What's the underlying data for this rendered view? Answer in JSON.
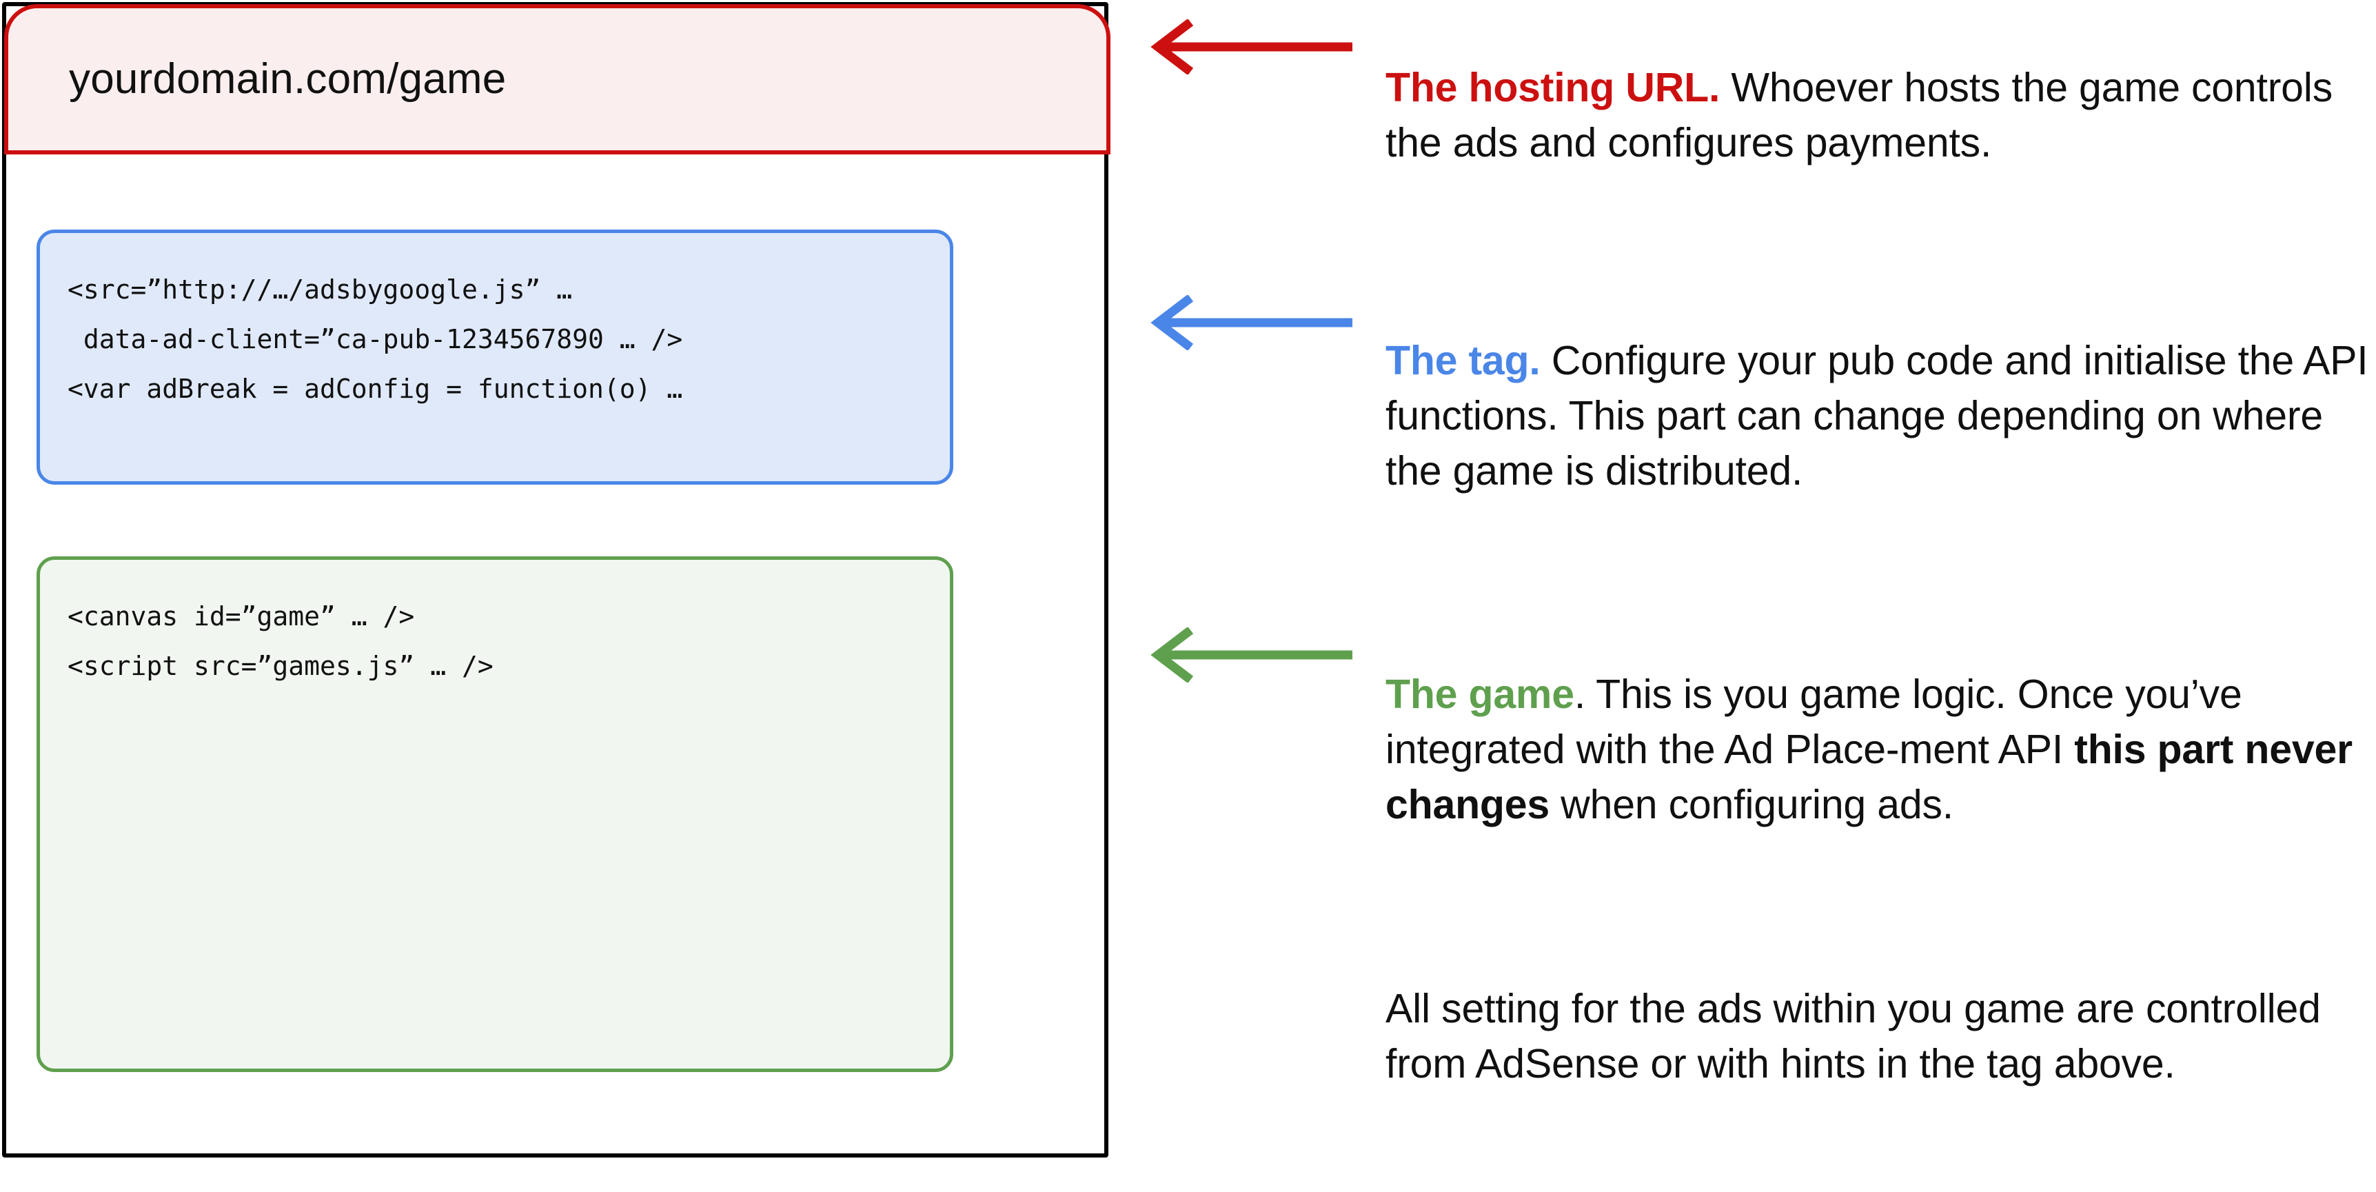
{
  "diagram": {
    "url_bar": {
      "url": "yourdomain.com/game",
      "border_color": "#cc1010",
      "fill_color": "#fbeeee"
    },
    "tag_box": {
      "border_color": "#4a86e8",
      "fill_color": "#dfe9fa",
      "code_lines": [
        "<src=”http://…/adsbygoogle.js” …",
        " data-ad-client=”ca-pub-1234567890 … />",
        "<var adBreak = adConfig = function(o) …"
      ]
    },
    "game_box": {
      "border_color": "#5fa04e",
      "fill_color": "#f1f6f0",
      "code_lines": [
        "<canvas id=”game” … />",
        "<script src=”games.js” … />"
      ]
    },
    "outer_border_color": "#000000"
  },
  "arrows": [
    {
      "name": "arrow-hosting-url",
      "color": "#cc1010",
      "direction": "left"
    },
    {
      "name": "arrow-tag",
      "color": "#4a86e8",
      "direction": "left"
    },
    {
      "name": "arrow-game",
      "color": "#5fa04e",
      "direction": "left"
    }
  ],
  "notes": {
    "hosting": {
      "lead": "The hosting URL.",
      "body": " Whoever hosts the game controls the ads and configures payments."
    },
    "tag": {
      "lead": "The tag.",
      "body": " Configure your pub code and initialise the API functions. This part can change depending on where the game is distributed."
    },
    "game": {
      "lead": "The game",
      "body_1": ". This is you game logic. Once you’ve integrated with the Ad Place-ment API ",
      "bold": "this part never changes",
      "body_2": " when configuring ads."
    },
    "allsettings": {
      "body": "All setting for the ads within you game are controlled from AdSense or with hints in the tag above."
    }
  }
}
